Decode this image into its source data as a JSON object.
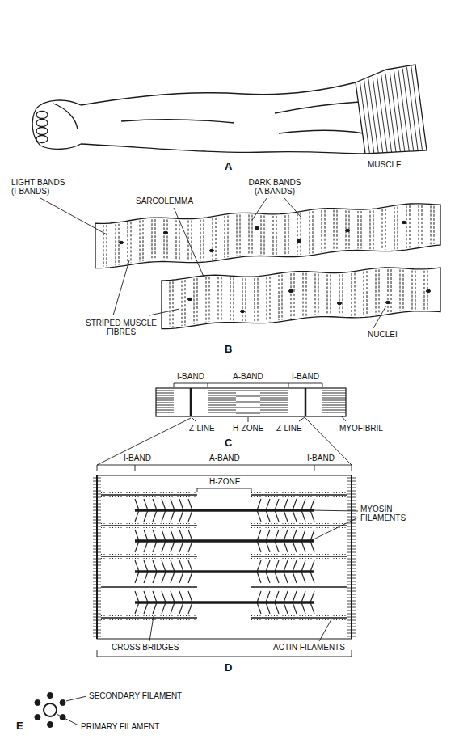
{
  "diagram": {
    "labels": [
      "A",
      "MUSCLE",
      "LIGHT BANDS (I-BANDS)",
      "DARK BANDS (A BANDS)",
      "SARCOLEMMA",
      "STRIPED MUSCLE FIBRES",
      "NUCLEI",
      "B",
      "I-BAND",
      "A-BAND",
      "I-BAND",
      "Z-LINE",
      "H-ZONE",
      "Z-LINE",
      "MYOFIBRIL",
      "C",
      "I-BAND",
      "A-BAND",
      "H-ZONE",
      "I-BAND",
      "MYOSIN FILAMENTS",
      "CROSS BRIDGES",
      "ACTIN FILAMENTS",
      "D",
      "SECONDARY FILAMENT",
      "PRIMARY FILAMENT",
      "E"
    ]
  }
}
